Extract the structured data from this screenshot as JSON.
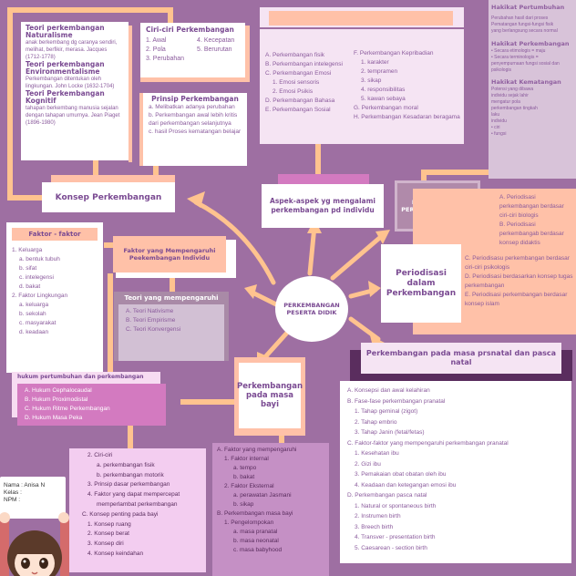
{
  "colors": {
    "background": "#9e6fa2",
    "peach": "#ffc1a8",
    "line_orange": "#ffc38f",
    "white": "#ffffff",
    "lavender": "#f5e4f3",
    "pink": "#d37ac0",
    "grey_purple": "#b08aaa",
    "dark_purple": "#5a2d5e",
    "text_purple": "#7a4a92"
  },
  "center": {
    "title": "PERKEMBANGAN PESERTA DIDIK"
  },
  "teori": {
    "items": [
      {
        "title": "Teori perkembangan Naturalisme",
        "body": "anak berkembang dg caranya sendiri, melihat, berfikir, merasa. Jacques (1712-1778)"
      },
      {
        "title": "Teori perkembangan Environmentalisme",
        "body": "Perkembangan ditentukan oleh lingkungan. John Locke (1632-1704)"
      },
      {
        "title": "Teori Perkembangan Kognitif",
        "body": "tahapan berkembang manusia sejalan dengan tahapan umurnya. Jean Piaget (1896-1980)"
      }
    ]
  },
  "ciri": {
    "title": "Ciri-ciri Perkembangan",
    "col1": [
      "1. Awal",
      "2. Pola",
      "3. Perubahan"
    ],
    "col2": [
      "4. Kecepatan",
      "5. Berurutan"
    ]
  },
  "prinsip": {
    "title": "Prinsip Perkembangan",
    "items": [
      "a. Melibatkan adanya perubahan",
      "b. Perkembangan awal lebih kritis dari perkembangan selanjutnya",
      "c. hasil Proses kematangan belajar"
    ]
  },
  "konsep": {
    "title": "Konsep Perkembangan"
  },
  "aspek_list": {
    "col1": [
      {
        "text": "A. Perkembangan fisik",
        "level": 0
      },
      {
        "text": "B. Perkembangan intelegensi",
        "level": 0
      },
      {
        "text": "C. Perkembangan Emosi",
        "level": 0
      },
      {
        "text": "1. Emosi sensoris",
        "level": 1
      },
      {
        "text": "2. Emosi Psikis",
        "level": 1
      },
      {
        "text": "D. Perkembangan Bahasa",
        "level": 0
      },
      {
        "text": "E. Perkembangan Sosial",
        "level": 0
      }
    ],
    "col2": [
      {
        "text": "F. Perkembangan Kepribadian",
        "level": 0
      },
      {
        "text": "1. karakter",
        "level": 1
      },
      {
        "text": "2. tempramen",
        "level": 1
      },
      {
        "text": "3. sikap",
        "level": 1
      },
      {
        "text": "4. responsibilitas",
        "level": 1
      },
      {
        "text": "5. kawan sebaya",
        "level": 1
      },
      {
        "text": "G. Perkembangan moral",
        "level": 0
      },
      {
        "text": "H. Perkembangan Kesadaran beragama",
        "level": 0
      }
    ]
  },
  "aspek": {
    "title": "Aspek-aspek yg mengalami perkembangan pd individu"
  },
  "hakikat": {
    "title": "HAKIKAT PERTUMBUHAN PERKEMBANGAN DAN KEMATANGAN",
    "sections": [
      {
        "title": "Hakikat Pertumbuhan",
        "lines": [
          "Perubahan hasil dari proses",
          "Pematangan fungsi-fungsi fisik",
          "yang berlangsung secara normal"
        ]
      },
      {
        "title": "Hakikat Perkembangan",
        "lines": [
          "• Secara etimologis = maju",
          "• Secara terminologis =",
          "penyempurnaan fungsi sosial dan",
          "psikologis"
        ]
      },
      {
        "title": "Hakikat Kematangan",
        "lines": [
          "Potensi yang dibawa",
          "individu sejak lahir",
          "mengatur pola",
          "perkembangan tingkah",
          "laku",
          "individu",
          "• ciri",
          "• fungsi"
        ]
      }
    ]
  },
  "faktor": {
    "header": "Faktor - faktor",
    "items": [
      {
        "text": "1. Keluarga",
        "level": 0
      },
      {
        "text": "a. bentuk tubuh",
        "level": 1
      },
      {
        "text": "b. sifat",
        "level": 1
      },
      {
        "text": "c. intelegensi",
        "level": 1
      },
      {
        "text": "d. bakat",
        "level": 1
      },
      {
        "text": "2. Faktor Lingkungan",
        "level": 0
      },
      {
        "text": "a. keluarga",
        "level": 1
      },
      {
        "text": "b. sekolah",
        "level": 1
      },
      {
        "text": "c. masyarakat",
        "level": 1
      },
      {
        "text": "d. keadaan",
        "level": 1
      }
    ]
  },
  "faktor_individu": {
    "title": "Faktor yang Mempengaruhi Peekembangan Individu"
  },
  "teori_mempengaruhi": {
    "title": "Teori yang mempengaruhi",
    "items": [
      "A. Teori Nativisme",
      "B. Teori Empirisme",
      "C. Teori Konvergensi"
    ]
  },
  "periodisasi": {
    "title": "Periodisasi dalam Perkembangan",
    "items_top": [
      "A. Periodisasi perkembangan berdasar ciri-ciri biologis",
      "B. Periodisasi perkembangab berdasar konsep didaktis"
    ],
    "items_bottom": [
      "C. Periodisasu perkembangan berdasar ciri-ciri psikologis",
      "D. Periodisasi berdasarkan konsep tugas perkembangan",
      "E. Periodisasi perkembangan berdasar konsep islam"
    ]
  },
  "hukum": {
    "title": "hukum pertumbuhan dan perkembangan",
    "items": [
      "A. Hukum Cephalocaudal",
      "B. Hukum Proximodistal",
      "C. Hukum Ritme Perkembangan",
      "D. Hukum Masa Peka"
    ]
  },
  "bayi": {
    "title": "Perkembangan pada masa bayi",
    "items": [
      {
        "text": "A. Faktor yang mempengaruhi",
        "level": 0
      },
      {
        "text": "1. Faktor internal",
        "level": 1
      },
      {
        "text": "a. tempo",
        "level": 2
      },
      {
        "text": "b. bakat",
        "level": 2
      },
      {
        "text": "2. Faktor Eksternal",
        "level": 1
      },
      {
        "text": "a. perawatan Jasmani",
        "level": 2
      },
      {
        "text": "b. sikap",
        "level": 2
      },
      {
        "text": "B. Perkembangan masa bayi",
        "level": 0
      },
      {
        "text": "1. Pengelompokan",
        "level": 1
      },
      {
        "text": "a. masa pranatal",
        "level": 2
      },
      {
        "text": "b. masa neonatal",
        "level": 2
      },
      {
        "text": "c. masa babyhood",
        "level": 2
      }
    ],
    "items2": [
      {
        "text": "2. Ciri-ciri",
        "level": 1
      },
      {
        "text": "a. perkembangan fisik",
        "level": 2
      },
      {
        "text": "b. perkembangan motorik",
        "level": 2
      },
      {
        "text": "3. Prinsip dasar perkembangan",
        "level": 1
      },
      {
        "text": "4. Faktor yang dapat mempercepat",
        "level": 1
      },
      {
        "text": "memperlambat perkembangan",
        "level": 2
      },
      {
        "text": "C. Konsep penting pada bayi",
        "level": 0
      },
      {
        "text": "1. Konsep ruang",
        "level": 1
      },
      {
        "text": "2. Konsep berat",
        "level": 1
      },
      {
        "text": "3. Konsep diri",
        "level": 1
      },
      {
        "text": "4. Konsep keindahan",
        "level": 1
      }
    ]
  },
  "prenatal": {
    "title": "Perkembangan pada masa prsnatal dan pasca natal",
    "items": [
      {
        "text": "A. Konsepsi dan awal kelahiran",
        "level": 0
      },
      {
        "text": "B. Fase-fase perkembangan pranatal",
        "level": 0
      },
      {
        "text": "1. Tahap geminal (zigot)",
        "level": 1
      },
      {
        "text": "2. Tahap embrio",
        "level": 1
      },
      {
        "text": "3. Tahap Janin (fetal/fetas)",
        "level": 1
      },
      {
        "text": "C. Faktor-faktor yang mempengaruhi perkembangan pranatal",
        "level": 0
      },
      {
        "text": "1. Kesehatan ibu",
        "level": 1
      },
      {
        "text": "2. Gizi ibu",
        "level": 1
      },
      {
        "text": "3. Pemakaian obat obatan oleh ibu",
        "level": 1
      },
      {
        "text": "4. Keadaan dan ketegangan emosi ibu",
        "level": 1
      },
      {
        "text": "D. Perkembangan pasca natal",
        "level": 0
      },
      {
        "text": "1. Natural or spontaneous birth",
        "level": 1
      },
      {
        "text": "2. Instrumen birth",
        "level": 1
      },
      {
        "text": "3. Breech birth",
        "level": 1
      },
      {
        "text": "4. Transver - presentation birth",
        "level": 1
      },
      {
        "text": "5. Caesarean - section birth",
        "level": 1
      }
    ]
  },
  "student": {
    "nama_label": "Nama : Anisa N",
    "kelas_label": "Kelas :",
    "npm_label": "NPM :"
  }
}
